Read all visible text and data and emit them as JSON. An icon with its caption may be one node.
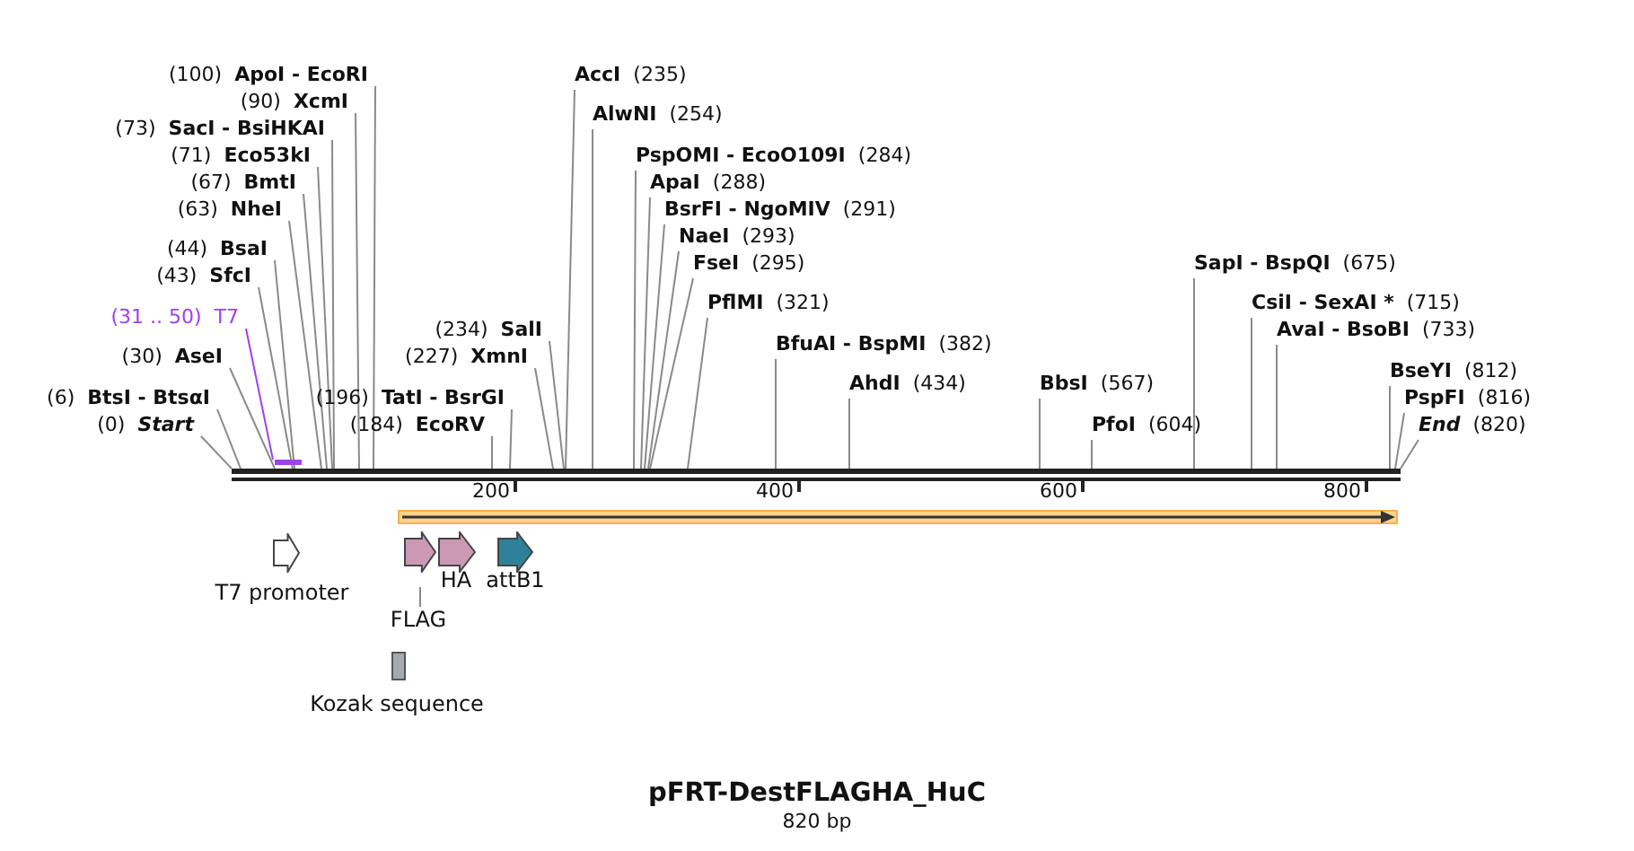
{
  "diagram": {
    "title": "pFRT-DestFLAGHA_HuC",
    "caption": "820 bp",
    "nodes": [
      {
        "text": [],
        "shape": "bar"
      },
      {
        "text": [],
        "shape": "bar"
      },
      {
        "text": [
          "(100)",
          "ApoI - EcoRI"
        ]
      },
      {
        "text": [
          "(90)",
          "XcmI"
        ]
      },
      {
        "text": [
          "(73)",
          "SacI - BsiHKAI"
        ]
      },
      {
        "text": [
          "(71)",
          "Eco53kI"
        ]
      },
      {
        "text": [
          "(67)",
          "BmtI"
        ]
      },
      {
        "text": [
          "(63)",
          "NheI"
        ]
      },
      {
        "text": [
          "(44)",
          "BsaI"
        ]
      },
      {
        "text": [
          "(43)",
          "SfcI"
        ]
      },
      {
        "text": [
          "(31 .. 50)",
          "T7"
        ]
      },
      {
        "text": [
          "(30)",
          "AseI"
        ]
      },
      {
        "text": [
          "(6)",
          "BtsI - BtsαI"
        ]
      },
      {
        "text": [
          "(0)",
          "Start"
        ]
      },
      {
        "text": [
          "(234)",
          "SalI"
        ]
      },
      {
        "text": [
          "(227)",
          "XmnI"
        ]
      },
      {
        "text": [
          "(196)",
          "TatI - BsrGI"
        ]
      },
      {
        "text": [
          "(184)",
          "EcoRV"
        ]
      },
      {
        "text": [
          "AccI",
          "(235)"
        ]
      },
      {
        "text": [
          "AlwNI",
          "(254)"
        ]
      },
      {
        "text": [
          "PspOMI - EcoO109I",
          "(284)"
        ]
      },
      {
        "text": [
          "ApaI",
          "(288)"
        ]
      },
      {
        "text": [
          "BsrFI - NgoMIV",
          "(291)"
        ]
      },
      {
        "text": [
          "NaeI",
          "(293)"
        ]
      },
      {
        "text": [
          "FseI",
          "(295)"
        ]
      },
      {
        "text": [
          "PflMI",
          "(321)"
        ]
      },
      {
        "text": [
          "BfuAI - BspMI",
          "(382)"
        ]
      },
      {
        "text": [
          "AhdI",
          "(434)"
        ]
      },
      {
        "text": [
          "BbsI",
          "(567)"
        ]
      },
      {
        "text": [
          "PfoI",
          "(604)"
        ]
      },
      {
        "text": [
          "SapI - BspQI",
          "(675)"
        ]
      },
      {
        "text": [
          "CsiI - SexAI *",
          "(715)"
        ]
      },
      {
        "text": [
          "AvaI - BsoBI",
          "(733)"
        ]
      },
      {
        "text": [
          "BseYI",
          "(812)"
        ]
      },
      {
        "text": [
          "PspFI",
          "(816)"
        ]
      },
      {
        "text": [
          "End",
          "(820)"
        ]
      },
      {
        "text": [
          "T7 promoter"
        ]
      },
      {
        "text": [],
        "shape": "arrow"
      },
      {
        "text": [
          "FLAG"
        ]
      },
      {
        "text": [
          "HA"
        ]
      },
      {
        "text": [
          "attB1"
        ]
      },
      {
        "text": [
          "Kozak sequence"
        ]
      }
    ],
    "edges": [
      {
        "from": 2,
        "to": 0,
        "arrow": "none"
      },
      {
        "from": 3,
        "to": 0,
        "arrow": "none"
      },
      {
        "from": 4,
        "to": 0,
        "arrow": "none"
      },
      {
        "from": 5,
        "to": 0,
        "arrow": "none"
      },
      {
        "from": 6,
        "to": 0,
        "arrow": "none"
      },
      {
        "from": 7,
        "to": 0,
        "arrow": "none"
      },
      {
        "from": 8,
        "to": 0,
        "arrow": "none"
      },
      {
        "from": 9,
        "to": 0,
        "arrow": "none"
      },
      {
        "from": 10,
        "to": 1,
        "arrow": "none",
        "color": "#a040f0"
      },
      {
        "from": 11,
        "to": 0,
        "arrow": "none"
      },
      {
        "from": 12,
        "to": 0,
        "arrow": "none"
      },
      {
        "from": 13,
        "to": 0,
        "arrow": "none"
      },
      {
        "from": 14,
        "to": 0,
        "arrow": "none"
      },
      {
        "from": 15,
        "to": 0,
        "arrow": "none"
      },
      {
        "from": 16,
        "to": 0,
        "arrow": "none"
      },
      {
        "from": 17,
        "to": 0,
        "arrow": "none"
      },
      {
        "from": 18,
        "to": 0,
        "arrow": "none"
      },
      {
        "from": 19,
        "to": 0,
        "arrow": "none"
      },
      {
        "from": 20,
        "to": 0,
        "arrow": "none"
      },
      {
        "from": 21,
        "to": 0,
        "arrow": "none"
      },
      {
        "from": 22,
        "to": 0,
        "arrow": "none"
      },
      {
        "from": 23,
        "to": 0,
        "arrow": "none"
      },
      {
        "from": 24,
        "to": 0,
        "arrow": "none"
      },
      {
        "from": 25,
        "to": 0,
        "arrow": "none"
      },
      {
        "from": 26,
        "to": 0,
        "arrow": "none"
      },
      {
        "from": 27,
        "to": 0,
        "arrow": "none"
      },
      {
        "from": 28,
        "to": 0,
        "arrow": "none"
      },
      {
        "from": 29,
        "to": 0,
        "arrow": "none"
      },
      {
        "from": 30,
        "to": 0,
        "arrow": "none"
      },
      {
        "from": 31,
        "to": 0,
        "arrow": "none"
      },
      {
        "from": 32,
        "to": 0,
        "arrow": "none"
      },
      {
        "from": 33,
        "to": 0,
        "arrow": "none"
      },
      {
        "from": 34,
        "to": 0,
        "arrow": "none"
      },
      {
        "from": 35,
        "to": 0,
        "arrow": "none"
      },
      {
        "from": 38,
        "to": 37,
        "arrow": "none"
      }
    ],
    "labels": [
      "200",
      "400",
      "600",
      "800"
    ]
  }
}
